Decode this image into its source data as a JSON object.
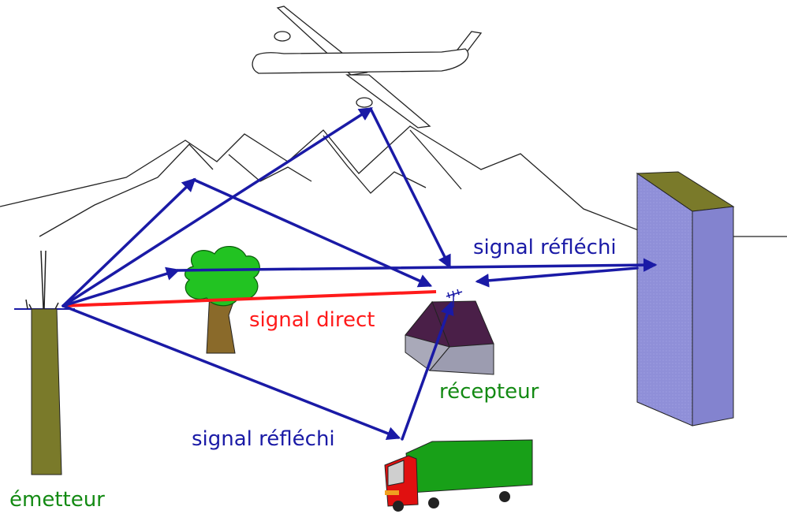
{
  "labels": {
    "reflected_right": "signal réfléchi",
    "direct": "signal direct",
    "receiver": "récepteur",
    "reflected_bottom": "signal réfléchi",
    "transmitter": "émetteur"
  },
  "colors": {
    "reflected_signal": "#1a1aa6",
    "direct_signal": "#ff1a1a",
    "label_green": "#138a13",
    "building": "#8f8fd8",
    "building_top": "#7a7a2a",
    "mast": "#7a7a2a",
    "truck_cargo": "#18a018",
    "truck_cab": "#e01010",
    "tree_foliage": "#22c322",
    "tree_trunk": "#8a6a2a",
    "roof": "#4a1f48",
    "house_wall": "#a9a9b9"
  },
  "icons": [
    "airplane-icon",
    "tree-icon",
    "house-icon",
    "antenna-icon",
    "truck-icon",
    "building-icon",
    "transmitter-mast-icon",
    "mountains-icon"
  ]
}
